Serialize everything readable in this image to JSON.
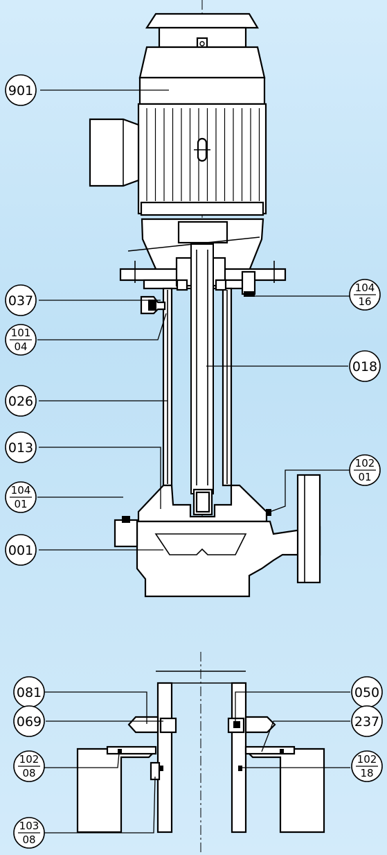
{
  "labels": {
    "l901": "901",
    "l037": "037",
    "l101_04": {
      "top": "101",
      "bottom": "04"
    },
    "l026": "026",
    "l013": "013",
    "l104_01": {
      "top": "104",
      "bottom": "01"
    },
    "l001": "001",
    "l104_16": {
      "top": "104",
      "bottom": "16"
    },
    "l018": "018",
    "l102_01": {
      "top": "102",
      "bottom": "01"
    },
    "l081": "081",
    "l069": "069",
    "l102_08": {
      "top": "102",
      "bottom": "08"
    },
    "l103_08": {
      "top": "103",
      "bottom": "08"
    },
    "l050": "050",
    "l237": "237",
    "l102_18": {
      "top": "102",
      "bottom": "18"
    }
  },
  "colors": {
    "background_top": "#d4ecfb",
    "background_bottom": "#d3ebfa",
    "line": "#000000",
    "part_fill": "#ffffff"
  }
}
